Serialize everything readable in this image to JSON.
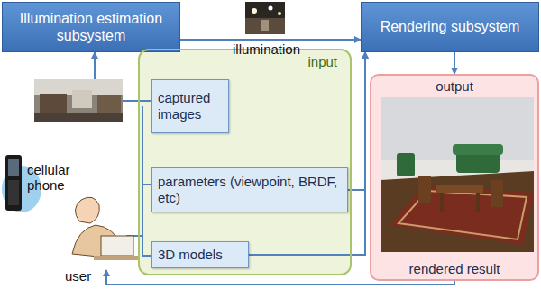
{
  "diagram": {
    "nodes": [
      {
        "text": [
          "Illumination estimation subsystem"
        ]
      },
      {
        "text": [
          "Rendering subsystem"
        ]
      },
      {
        "text": [
          "input"
        ]
      },
      {
        "text": [
          "captured images"
        ],
        "in": 2
      },
      {
        "text": [
          "parameters (viewpoint, BRDF, etc)"
        ],
        "in": 2
      },
      {
        "text": [
          "3D models"
        ],
        "in": 2
      },
      {
        "text": [
          "output",
          "rendered result"
        ]
      }
    ],
    "edges": [
      {
        "from": 3,
        "to": 0,
        "arrow": "to"
      },
      {
        "from": 0,
        "to": 1,
        "arrow": "to"
      },
      {
        "from": 4,
        "to": 1,
        "arrow": "to"
      },
      {
        "from": 5,
        "to": 1,
        "arrow": "to"
      },
      {
        "from": 1,
        "to": 6,
        "arrow": "to"
      }
    ],
    "labels": [
      "illumination",
      "cellular phone",
      "user"
    ]
  }
}
